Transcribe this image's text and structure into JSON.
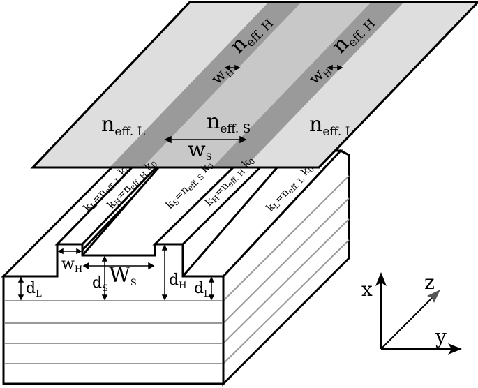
{
  "slab_labels": {
    "left": {
      "main": "n",
      "sub": "eff. L"
    },
    "center": {
      "main": "n",
      "sub": "eff. S"
    },
    "right": {
      "main": "n",
      "sub": "eff. L"
    },
    "stripe1": {
      "main": "n",
      "sub": "eff. H"
    },
    "stripe2": {
      "main": "n",
      "sub": "eff. H"
    },
    "wh1": {
      "main": "w",
      "sub": "H"
    },
    "wh2": {
      "main": "w",
      "sub": "H"
    },
    "ws": {
      "main": "w",
      "sub": "S"
    }
  },
  "surface_labels": {
    "kl_left": {
      "a": "k",
      "as": "L",
      "b": "=n",
      "bs": "eff. L",
      "c": " k",
      "cs": "0"
    },
    "kh_left": {
      "a": "k",
      "as": "H",
      "b": "=n",
      "bs": "eff. H",
      "c": " k",
      "cs": "0"
    },
    "ks": {
      "a": "k",
      "as": "S",
      "b": "=n",
      "bs": "eff. S",
      "c": " k",
      "cs": "0"
    },
    "kh_right": {
      "a": "k",
      "as": "H",
      "b": "=n",
      "bs": "eff. H",
      "c": " k",
      "cs": "0"
    },
    "kl_right": {
      "a": "k",
      "as": "L",
      "b": "=n",
      "bs": "eff. L",
      "c": " k",
      "cs": "0"
    }
  },
  "front_labels": {
    "wh": {
      "main": "w",
      "sub": "H"
    },
    "ws": {
      "main": "W",
      "sub": "S"
    },
    "dl_left": {
      "main": "d",
      "sub": "L"
    },
    "ds": {
      "main": "d",
      "sub": "S"
    },
    "dh": {
      "main": "d",
      "sub": "H"
    },
    "dl_right": {
      "main": "d",
      "sub": "L"
    }
  },
  "axes": {
    "x": "x",
    "y": "y",
    "z": "z"
  }
}
